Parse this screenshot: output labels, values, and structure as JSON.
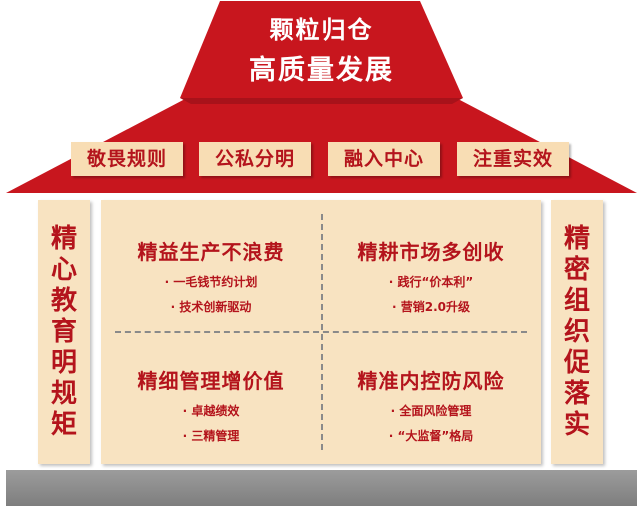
{
  "colors": {
    "roof_red": "#c8161e",
    "cream": "#f8e3c1",
    "text_red": "#b4141c",
    "base_gray": "#8a8a8a"
  },
  "roof": {
    "title_line1": "颗粒归仓",
    "title_line2": "高质量发展"
  },
  "principles": [
    "敬畏规则",
    "公私分明",
    "融入中心",
    "注重实效"
  ],
  "pillars": {
    "left": [
      "精",
      "心",
      "教",
      "育",
      "明",
      "规",
      "矩"
    ],
    "right": [
      "精",
      "密",
      "组",
      "织",
      "促",
      "落",
      "实"
    ]
  },
  "quadrants": {
    "top_left": {
      "title": "精益生产不浪费",
      "items": [
        "· 一毛钱节约计划",
        "· 技术创新驱动"
      ]
    },
    "top_right": {
      "title": "精耕市场多创收",
      "items": [
        "· 践行“价本利”",
        "· 营销2.0升级"
      ]
    },
    "bottom_left": {
      "title": "精细管理增价值",
      "items": [
        "· 卓越绩效",
        "· 三精管理"
      ]
    },
    "bottom_right": {
      "title": "精准内控防风险",
      "items": [
        "· 全面风险管理",
        "· “大监督”格局"
      ]
    }
  }
}
